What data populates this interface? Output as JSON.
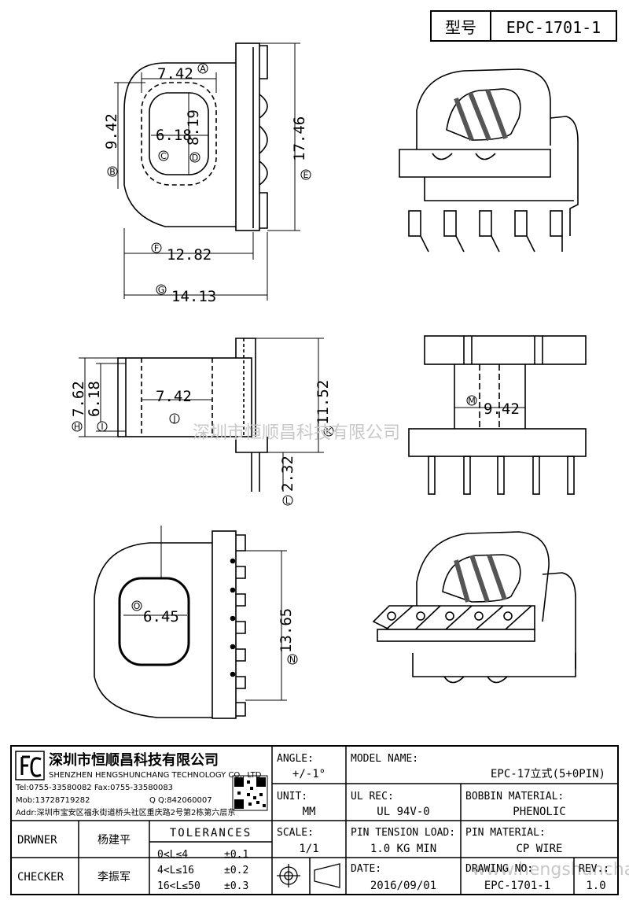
{
  "header": {
    "type_label": "型号",
    "part_number": "EPC-1701-1"
  },
  "top_view": {
    "dim_a": "7.42",
    "dim_b": "9.42",
    "dim_c": "6.18",
    "dim_d": "8.19",
    "dim_e": "17.46",
    "dim_f": "12.82",
    "dim_g": "14.13",
    "markers": [
      "A",
      "B",
      "C",
      "D",
      "E",
      "F",
      "G"
    ]
  },
  "side_view": {
    "dim_h": "7.62",
    "dim_i": "6.18",
    "dim_j": "7.42",
    "dim_k": "11.52",
    "dim_l": "2.32",
    "markers": [
      "H",
      "I",
      "J",
      "K",
      "L"
    ]
  },
  "front_view": {
    "dim_m": "9.42",
    "markers": [
      "M"
    ]
  },
  "bottom_view": {
    "dim_o": "6.45",
    "dim_n": "13.65",
    "markers": [
      "O",
      "N"
    ]
  },
  "watermark": {
    "text": "深圳市恒顺昌科技有限公司",
    "url": "www.hengshunchang.com"
  },
  "title_block": {
    "company_cn": "深圳市恒顺昌科技有限公司",
    "company_en": "SHENZHEN HENGSHUNCHANG TECHNOLOGY CO., LTD",
    "tel": "Tel:0755-33580082 Fax:0755-33580083",
    "mob": "Mob:13728719282",
    "qq": "Q Q:842060007",
    "addr": "Addr:深圳市宝安区福永街道桥头社区重庆路2号第2栋第六层东",
    "angle_label": "ANGLE:",
    "angle_value": "+/-1°",
    "unit_label": "UNIT:",
    "unit_value": "MM",
    "scale_label": "SCALE:",
    "scale_value": "1/1",
    "model_name_label": "MODEL NAME:",
    "model_name_value": "EPC-17立式(5+0PIN)",
    "ul_rec_label": "UL REC:",
    "ul_rec_value": "UL 94V-0",
    "bobbin_material_label": "BOBBIN MATERIAL:",
    "bobbin_material_value": "PHENOLIC",
    "pin_tension_label": "PIN TENSION LOAD:",
    "pin_tension_value": "1.0 KG MIN",
    "pin_material_label": "PIN MATERIAL:",
    "pin_material_value": "CP WIRE",
    "date_label": "DATE:",
    "date_value": "2016/09/01",
    "drawing_no_label": "DRAWING NO:",
    "drawing_no_value": "EPC-1701-1",
    "rev_label": "REV.:",
    "rev_value": "1.0",
    "drawer_label": "DRWNER",
    "drawer_value": "杨建平",
    "checker_label": "CHECKER",
    "checker_value": "李振军",
    "tolerances_label": "TOLERANCES",
    "tolerance_rows": [
      {
        "range": "0<L≤4",
        "value": "±0.1"
      },
      {
        "range": "4<L≤16",
        "value": "±0.2"
      },
      {
        "range": "16<L≤50",
        "value": "±0.3"
      }
    ]
  }
}
